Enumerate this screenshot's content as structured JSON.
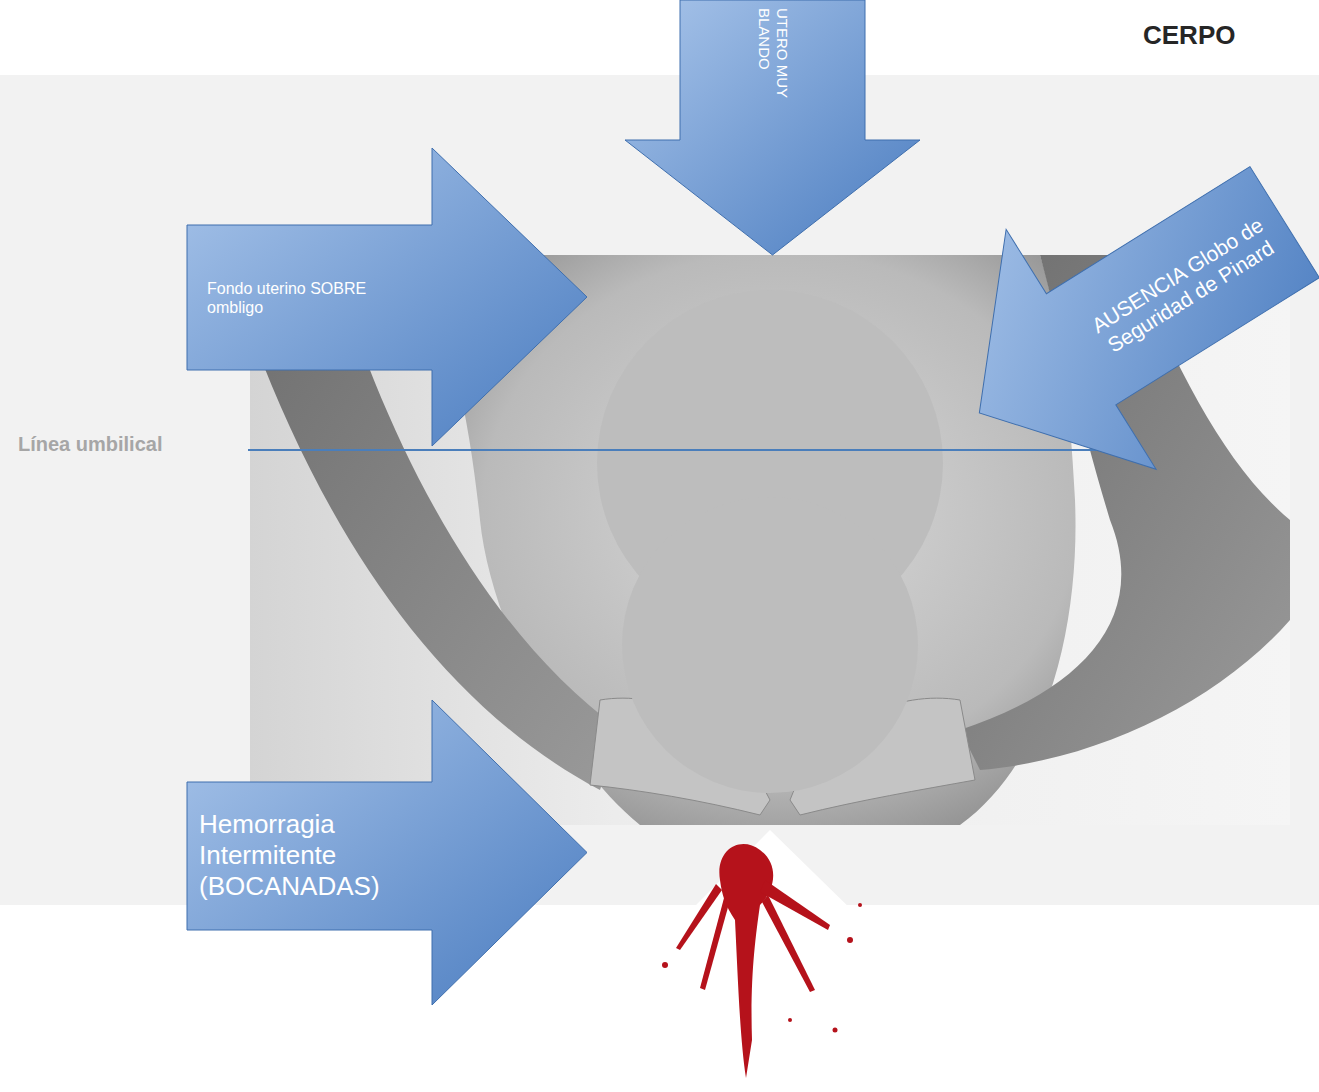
{
  "diagram": {
    "nodes": [
      {
        "text": [
          "UTERO MUY BLANDO"
        ]
      },
      {
        "text": [
          "Fondo uterino SOBRE ombligo"
        ]
      },
      {
        "text": [
          "AUSENCIA Globo de Seguridad de Pinard"
        ]
      },
      {
        "text": [
          "Hemorragia Intermitente (BOCANADAS)"
        ]
      }
    ],
    "labels": [
      "CERPO",
      "Línea umbilical"
    ]
  }
}
